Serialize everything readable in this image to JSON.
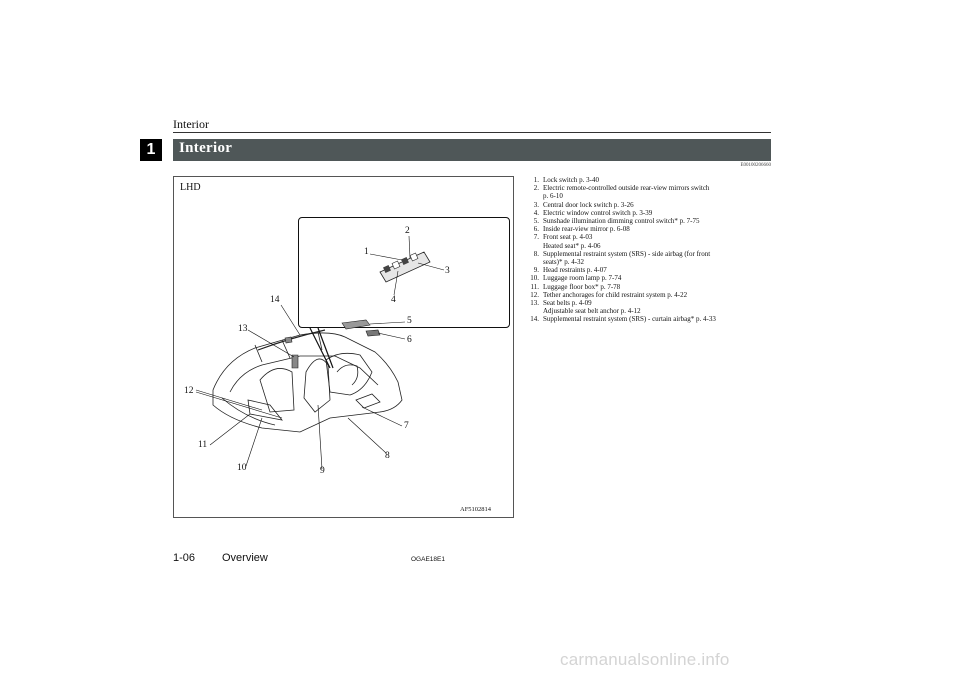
{
  "header": {
    "running_head": "Interior",
    "chapter_tab": "1"
  },
  "section": {
    "title": "Interior",
    "ref_code": "E00100206660"
  },
  "figure": {
    "drive_label": "LHD",
    "figure_code": "AF5102814",
    "callouts": [
      "1",
      "2",
      "3",
      "4",
      "5",
      "6",
      "7",
      "8",
      "9",
      "10",
      "11",
      "12",
      "13",
      "14"
    ]
  },
  "items": [
    {
      "num": "1.",
      "text": "Lock switch p. 3-40"
    },
    {
      "num": "2.",
      "text": "Electric remote-controlled outside rear-view mirrors switch",
      "cont": "p. 6-10"
    },
    {
      "num": "3.",
      "text": "Central door lock switch p. 3-26"
    },
    {
      "num": "4.",
      "text": "Electric window control switch p. 3-39"
    },
    {
      "num": "5.",
      "text": "Sunshade illumination dimming control switch* p. 7-75"
    },
    {
      "num": "6.",
      "text": "Inside rear-view mirror p. 6-08"
    },
    {
      "num": "7.",
      "text": "Front seat p. 4-03",
      "cont": "Heated seat* p. 4-06"
    },
    {
      "num": "8.",
      "text": "Supplemental restraint system (SRS) - side airbag (for front",
      "cont": "seats)* p. 4-32"
    },
    {
      "num": "9.",
      "text": "Head restraints p. 4-07"
    },
    {
      "num": "10.",
      "text": "Luggage room lamp p. 7-74"
    },
    {
      "num": "11.",
      "text": "Luggage floor box* p. 7-78"
    },
    {
      "num": "12.",
      "text": "Tether anchorages for child restraint system p. 4-22"
    },
    {
      "num": "13.",
      "text": "Seat belts p. 4-09",
      "cont": "Adjustable seat belt anchor p. 4-12"
    },
    {
      "num": "14.",
      "text": "Supplemental restraint system (SRS) - curtain airbag* p. 4-33"
    }
  ],
  "footer": {
    "page_number": "1-06",
    "section_name": "Overview",
    "doc_code": "OGAE18E1"
  },
  "watermark": "carmanualsonline.info"
}
